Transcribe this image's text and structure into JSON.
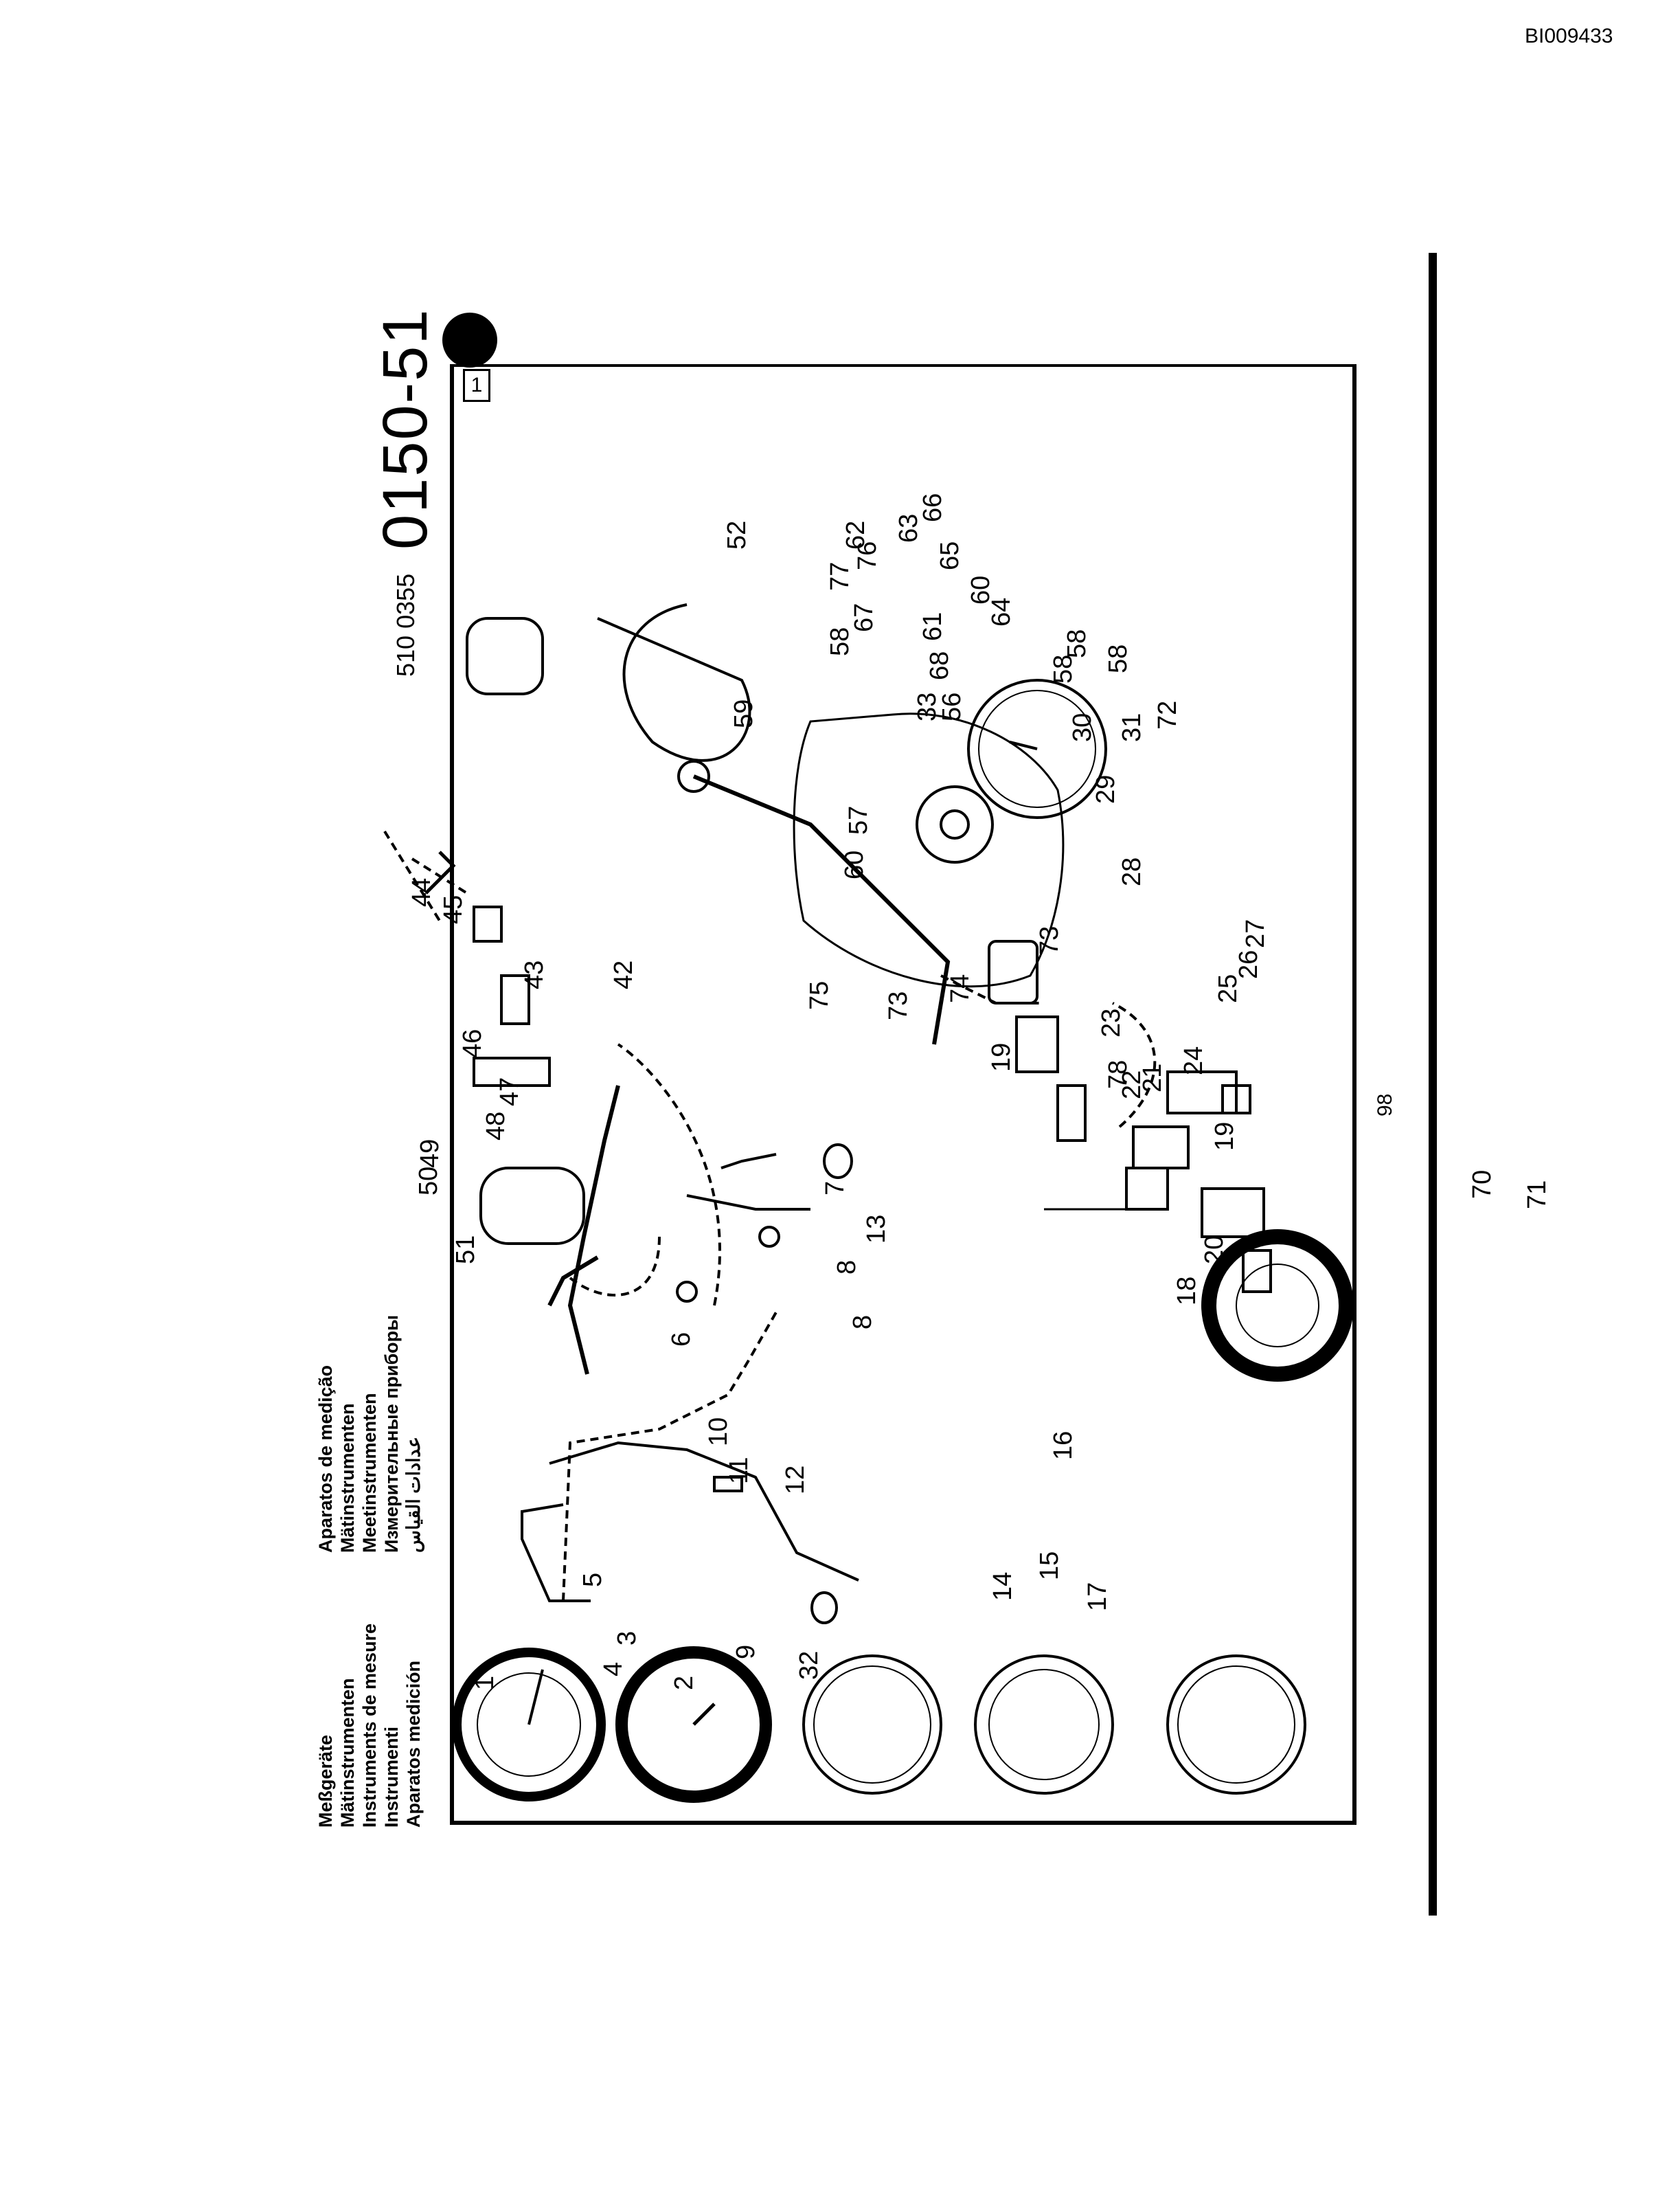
{
  "document_id": "BI009433",
  "part_number_prefix": "510 0355",
  "part_number": "0150-51",
  "page_number": "98",
  "corner_index": "1",
  "titles": [
    "Meßgeräte",
    "Mätinstrumenten",
    "Instruments de mesure",
    "Instrumenti",
    "Aparatos medición",
    "Aparatos de medição",
    "Mätinstrumenten",
    "Meetinstrumenten",
    "Измерительные приборы",
    "عدادات القياس"
  ],
  "callouts": [
    "1",
    "2",
    "3",
    "4",
    "5",
    "6",
    "7",
    "8",
    "8",
    "9",
    "10",
    "11",
    "12",
    "13",
    "14",
    "15",
    "16",
    "17",
    "18",
    "19",
    "19",
    "20",
    "21",
    "22",
    "23",
    "24",
    "25",
    "26",
    "27",
    "28",
    "29",
    "30",
    "31",
    "32",
    "33",
    "42",
    "43",
    "44",
    "45",
    "46",
    "47",
    "48",
    "49",
    "50",
    "51",
    "52",
    "56",
    "57",
    "58",
    "58",
    "58",
    "58",
    "59",
    "60",
    "60",
    "61",
    "62",
    "63",
    "64",
    "65",
    "66",
    "67",
    "68",
    "70",
    "71",
    "72",
    "73",
    "73",
    "74",
    "75",
    "76",
    "77",
    "78"
  ]
}
